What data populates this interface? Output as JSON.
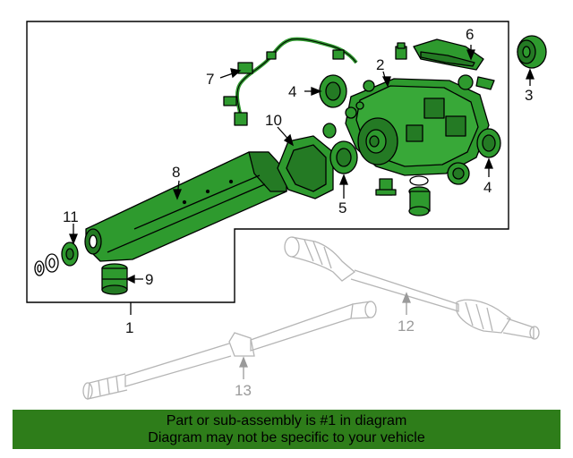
{
  "diagram": {
    "callouts": {
      "c1": "1",
      "c2": "2",
      "c3": "3",
      "c4a": "4",
      "c4b": "4",
      "c5": "5",
      "c6": "6",
      "c7": "7",
      "c8": "8",
      "c9": "9",
      "c10": "10",
      "c11": "11",
      "c12": "12",
      "c13": "13"
    }
  },
  "footer": {
    "line1": "Part or sub-assembly is #1 in diagram",
    "line2": "Diagram may not be specific to your vehicle"
  },
  "colors": {
    "part_green": "#2e9a2e",
    "banner_green": "#2e7d1a",
    "outline": "#000000",
    "ghost_part": "#b5b5b5"
  }
}
